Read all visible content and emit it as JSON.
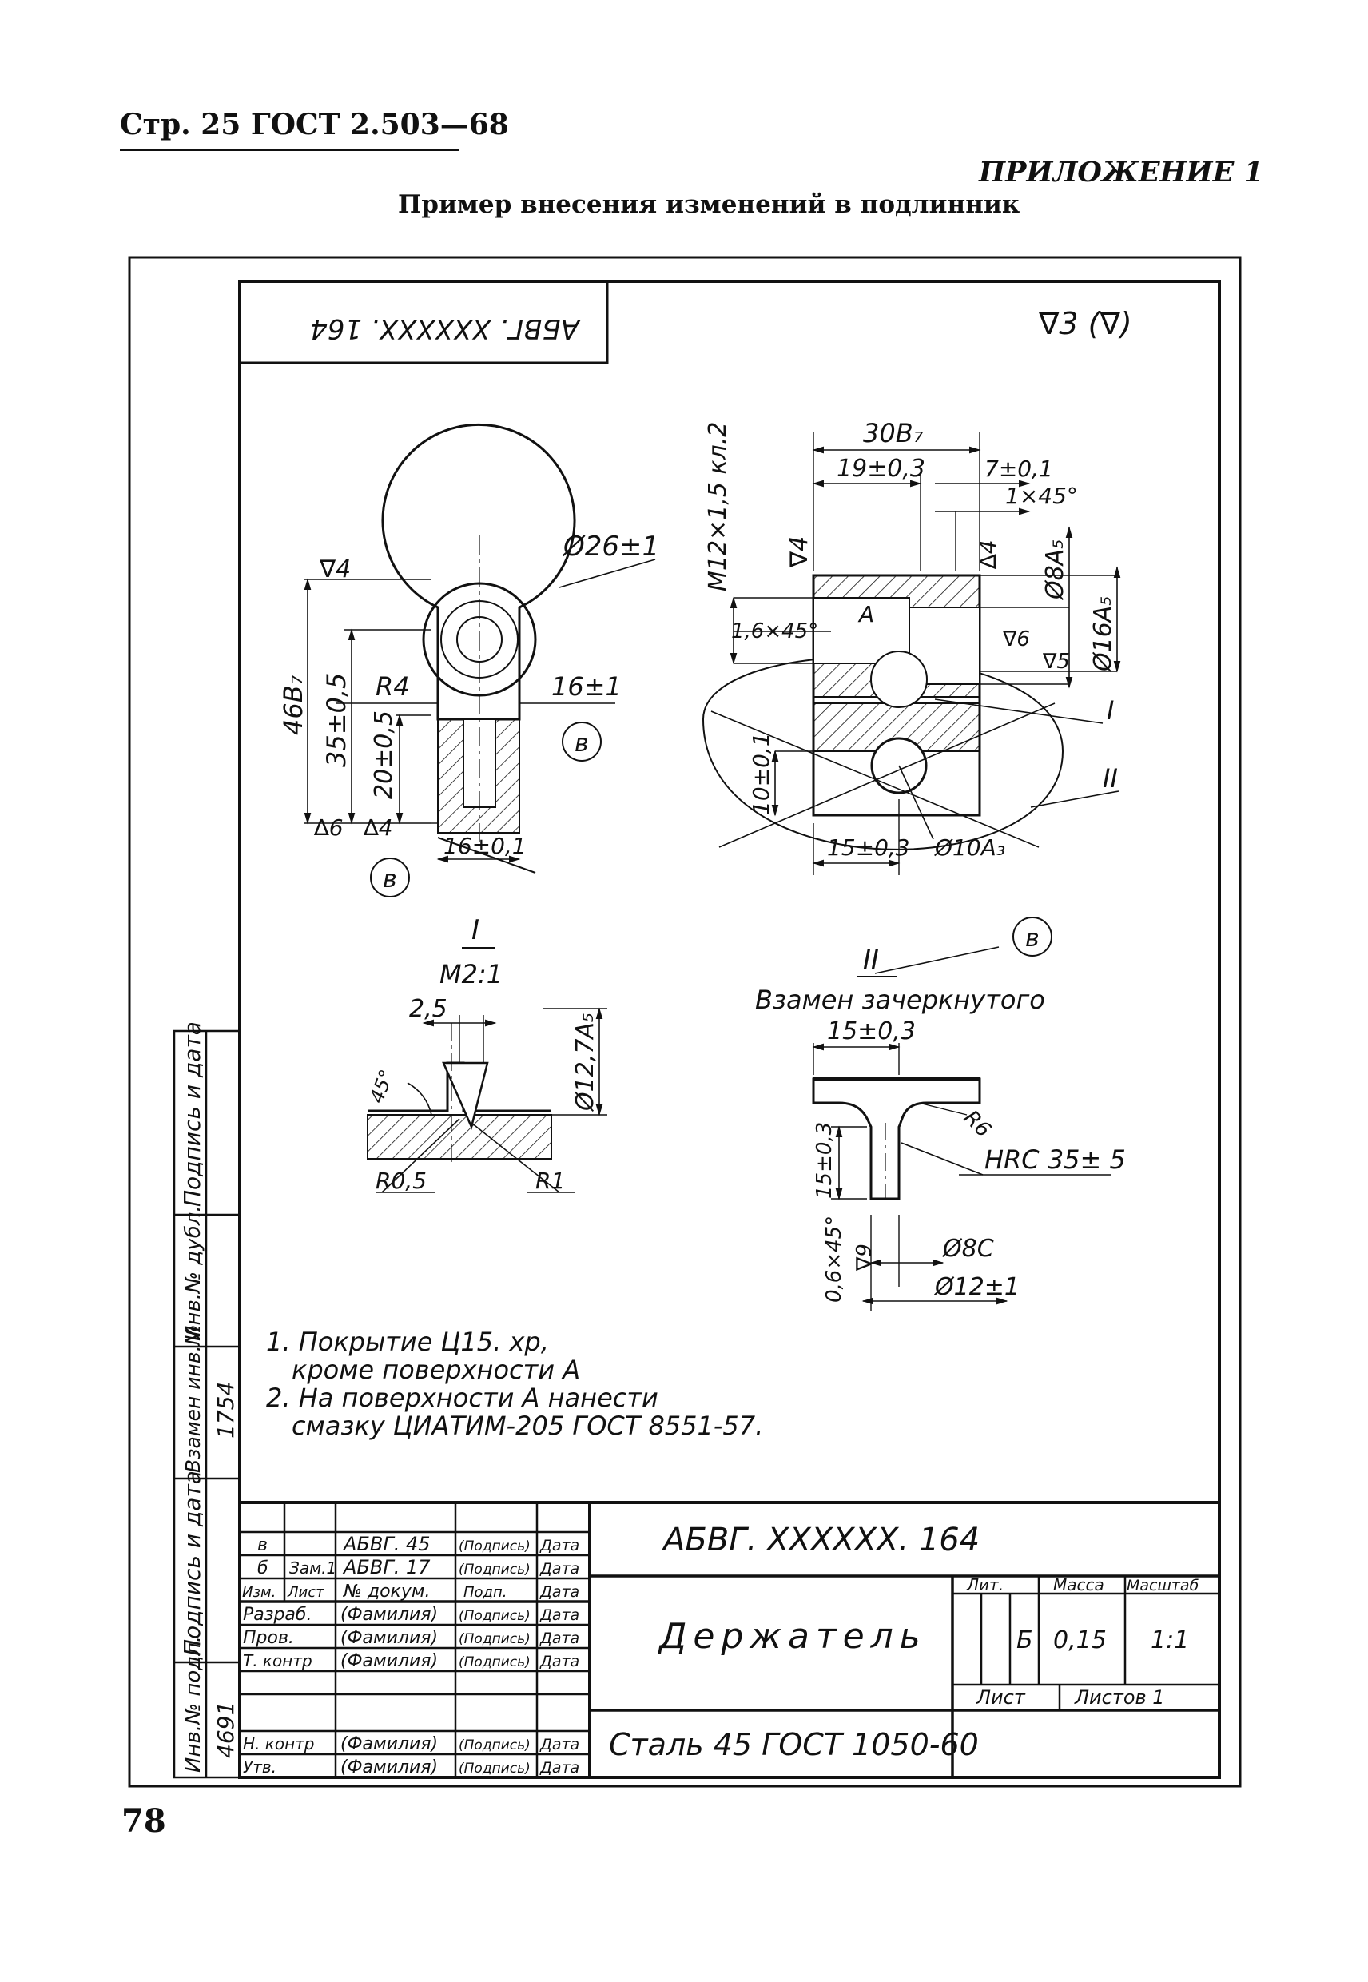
{
  "header": {
    "page_ref": "Стр. 25 ГОСТ 2.503—68",
    "appendix": "ПРИЛОЖЕНИЕ 1",
    "caption": "Пример внесения изменений в подлинник"
  },
  "page_number": "78",
  "drawing": {
    "upside_code": "АБВГ. XXXXXX. 164",
    "roughness_general": "∇3 (∇)",
    "dims_left": {
      "dia26": "Ø26±1",
      "r4": "R4",
      "d16": "16±1",
      "h46": "46B₇",
      "h35": "35±0,5",
      "h20": "20±0,5",
      "rough4_top": "∇4",
      "rough6": "∆6",
      "rough4_bot": "∆4",
      "d16_struck": "16±0,1",
      "mark_v1": "в",
      "mark_v2": "в"
    },
    "dims_right": {
      "w30": "30B₇",
      "w19": "19±0,3",
      "w7": "7±0,1",
      "chamfer1x45": "1×45°",
      "thread": "M12×1,5 кл.2",
      "rough4": "∇4",
      "rough_d4": "∆4",
      "dia8": "Ø8A₅",
      "chamfer16": "1,6×45°",
      "label_a": "A",
      "rough_v6": "∇6",
      "rough_v5": "∇5",
      "dia16": "Ø16A₅",
      "h10": "10±0,1",
      "w15": "15±0,3",
      "dia10": "Ø10A₃",
      "ref1": "I",
      "ref2": "II"
    },
    "detail1": {
      "label": "I",
      "scale": "M2:1",
      "w25": "2,5",
      "angle": "45°",
      "dia127": "Ø12,7A₅",
      "r05": "R0,5",
      "r1": "R1"
    },
    "detail2": {
      "label": "II",
      "mark_v": "в",
      "note": "Взамен зачеркнутого",
      "w15": "15±0,3",
      "r6": "R6",
      "hrc": "HRC 35± 5",
      "h15": "15±0,3",
      "rough9": "∇9",
      "chamfer06": "0,6×45°",
      "dia8c": "Ø8C",
      "dia12": "Ø12±1"
    },
    "notes": [
      "1. Покрытие Ц15. хр,",
      "кроме поверхности А",
      "2. На поверхности А нанести",
      "смазку ЦИАТИМ-205 ГОСТ 8551-57."
    ]
  },
  "side_strip": {
    "labels": [
      "Подпись и дата",
      "Инв.№ дубл.",
      "Взамен инв.№",
      "Подпись и дата",
      "Инв.№ подл."
    ],
    "vzamen_value": "1754",
    "inv_value": "4691"
  },
  "title_block": {
    "code": "АБВГ. XXXXXX. 164",
    "name": "Держатель",
    "material": "Сталь 45 ГОСТ 1050-60",
    "lit_header": "Лит.",
    "mass_header": "Масса",
    "scale_header": "Масштаб",
    "lit_value": "Б",
    "mass_value": "0,15",
    "scale_value": "1:1",
    "sheet_label": "Лист",
    "sheets_label": "Листов 1",
    "rev_rows": [
      {
        "c1": "в",
        "c2": "",
        "c3": "АБВГ. 45",
        "c4": "(Подпись)",
        "c5": "Дата"
      },
      {
        "c1": "б",
        "c2": "Зам.1",
        "c3": "АБВГ. 17",
        "c4": "(Подпись)",
        "c5": "Дата"
      },
      {
        "c1": "Изм.",
        "c2": "Лист",
        "c3": "№ докум.",
        "c4": "Подп.",
        "c5": "Дата"
      }
    ],
    "sig_rows": [
      {
        "role": "Разраб.",
        "name": "(Фамилия)",
        "sig": "(Подпись)",
        "date": "Дата"
      },
      {
        "role": "Пров.",
        "name": "(Фамилия)",
        "sig": "(Подпись)",
        "date": "Дата"
      },
      {
        "role": "Т. контр",
        "name": "(Фамилия)",
        "sig": "(Подпись)",
        "date": "Дата"
      },
      {
        "role": "",
        "name": "",
        "sig": "",
        "date": ""
      },
      {
        "role": "Н. контр",
        "name": "(Фамилия)",
        "sig": "(Подпись)",
        "date": "Дата"
      },
      {
        "role": "Утв.",
        "name": "(Фамилия)",
        "sig": "(Подпись)",
        "date": "Дата"
      }
    ]
  }
}
